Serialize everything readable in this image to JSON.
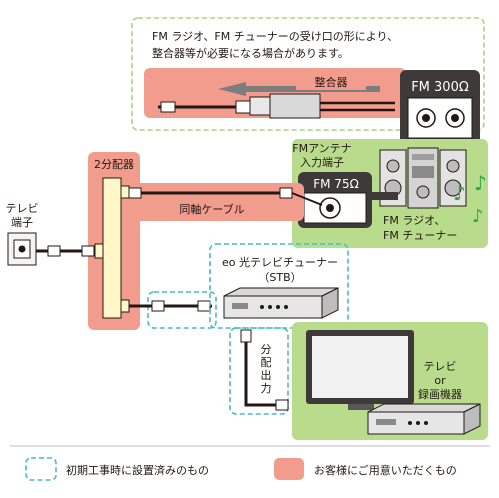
{
  "note": {
    "line1": "FM ラジオ、FM チューナーの受け口の形により、",
    "line2": "整合器等が必要になる場合があります。"
  },
  "labels": {
    "matcher": "整合器",
    "fm300": "FM 300Ω",
    "fm75": "FM 75Ω",
    "fm_antenna_l1": "FMアンテナ",
    "fm_antenna_l2": "入力端子",
    "fm_radio_l1": "FM ラジオ、",
    "fm_radio_l2": "FM チューナー",
    "splitter": "2分配器",
    "coax": "同軸ケーブル",
    "tv_terminal_l1": "テレビ",
    "tv_terminal_l2": "端子",
    "stb_l1": "eo 光テレビチューナー",
    "stb_l2": "（STB）",
    "split_out": [
      "分",
      "配",
      "出",
      "力"
    ],
    "tv_l1": "テレビ",
    "tv_l2": "or",
    "tv_l3": "録画機器"
  },
  "legend": {
    "dashed": "初期工事時に設置済みのもの",
    "pink": "お客様にご用意いただくもの"
  },
  "colors": {
    "dashed_border": "#4bbcc4",
    "pink_fill": "#f29c8d",
    "green_fill": "#b9dc8c",
    "note_green": "#cde4b0",
    "splitter_fill": "#fff7c8",
    "arrow_fill": "#7d7d7d"
  },
  "icons": [
    "music-note-icon",
    "coax-connector-icon",
    "tv-outlet-icon"
  ]
}
